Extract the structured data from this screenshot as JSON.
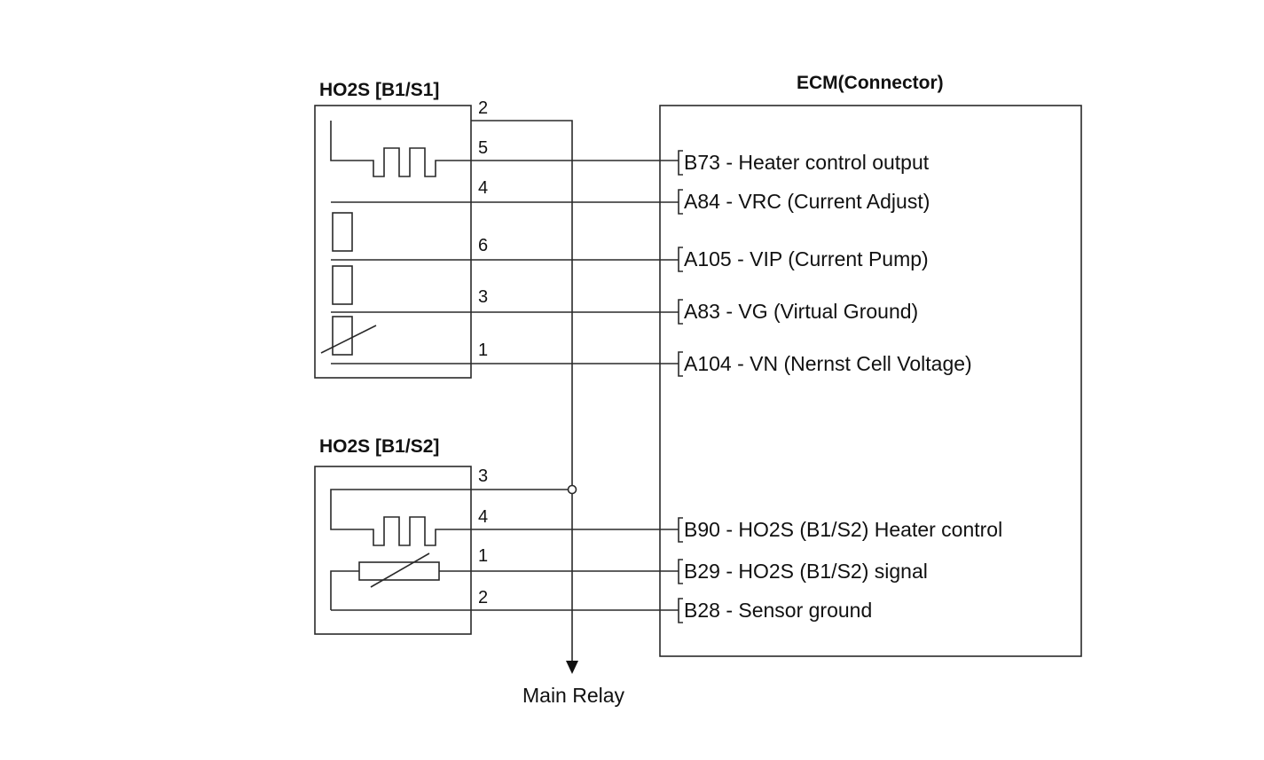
{
  "sensor1": {
    "title": "HO2S [B1/S1]",
    "pins": [
      "2",
      "5",
      "4",
      "6",
      "3",
      "1"
    ]
  },
  "sensor2": {
    "title": "HO2S [B1/S2]",
    "pins": [
      "3",
      "4",
      "1",
      "2"
    ]
  },
  "ecm": {
    "title": "ECM(Connector)",
    "terminals": [
      "B73 - Heater control output",
      "A84 - VRC (Current Adjust)",
      "A105 - VIP (Current Pump)",
      "A83 - VG (Virtual Ground)",
      "A104 - VN (Nernst Cell Voltage)",
      "B90 - HO2S (B1/S2) Heater control",
      "B29 - HO2S (B1/S2) signal",
      "B28 - Sensor ground"
    ]
  },
  "relay": {
    "label": "Main Relay"
  }
}
